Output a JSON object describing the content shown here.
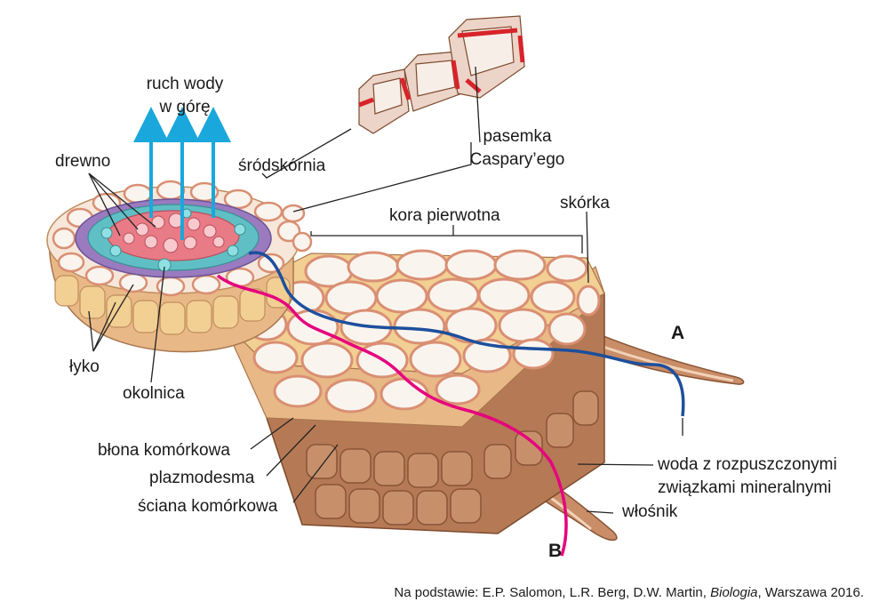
{
  "labels": {
    "water_up_line1": "ruch wody",
    "water_up_line2": "w górę",
    "xylem": "drewno",
    "endodermis": "śródskórnia",
    "casparian_line1": "pasemka",
    "casparian_line2": "Caspary’ego",
    "cortex": "kora pierwotna",
    "epidermis": "skórka",
    "phloem": "łyko",
    "pericycle": "okolnica",
    "cell_membrane": "błona komórkowa",
    "plasmodesma": "plazmodesma",
    "cell_wall": "ściana komórkowa",
    "water_line1": "woda z rozpuszczonymi",
    "water_line2": "związkami mineralnymi",
    "root_hair": "włośnik",
    "path_a": "A",
    "path_b": "B"
  },
  "caption": {
    "prefix": "Na podstawie: E.P. Salomon, L.R. Berg, D.W. Martin, ",
    "title_italic": "Biologia",
    "suffix": ", Warszawa 2016."
  },
  "colors": {
    "arrow_up": "#1aa7dc",
    "path_a": "#1d4f9c",
    "path_b": "#e6007e",
    "cell_fill": "#faf4ee",
    "cell_edge": "#d98f73",
    "tan_side": "#e8b987",
    "brown_side": "#b57a55",
    "stele_pink": "#e97b86",
    "stele_purple": "#9a7bbf",
    "teal": "#5fbfc4",
    "casparian_red": "#d8232a"
  }
}
